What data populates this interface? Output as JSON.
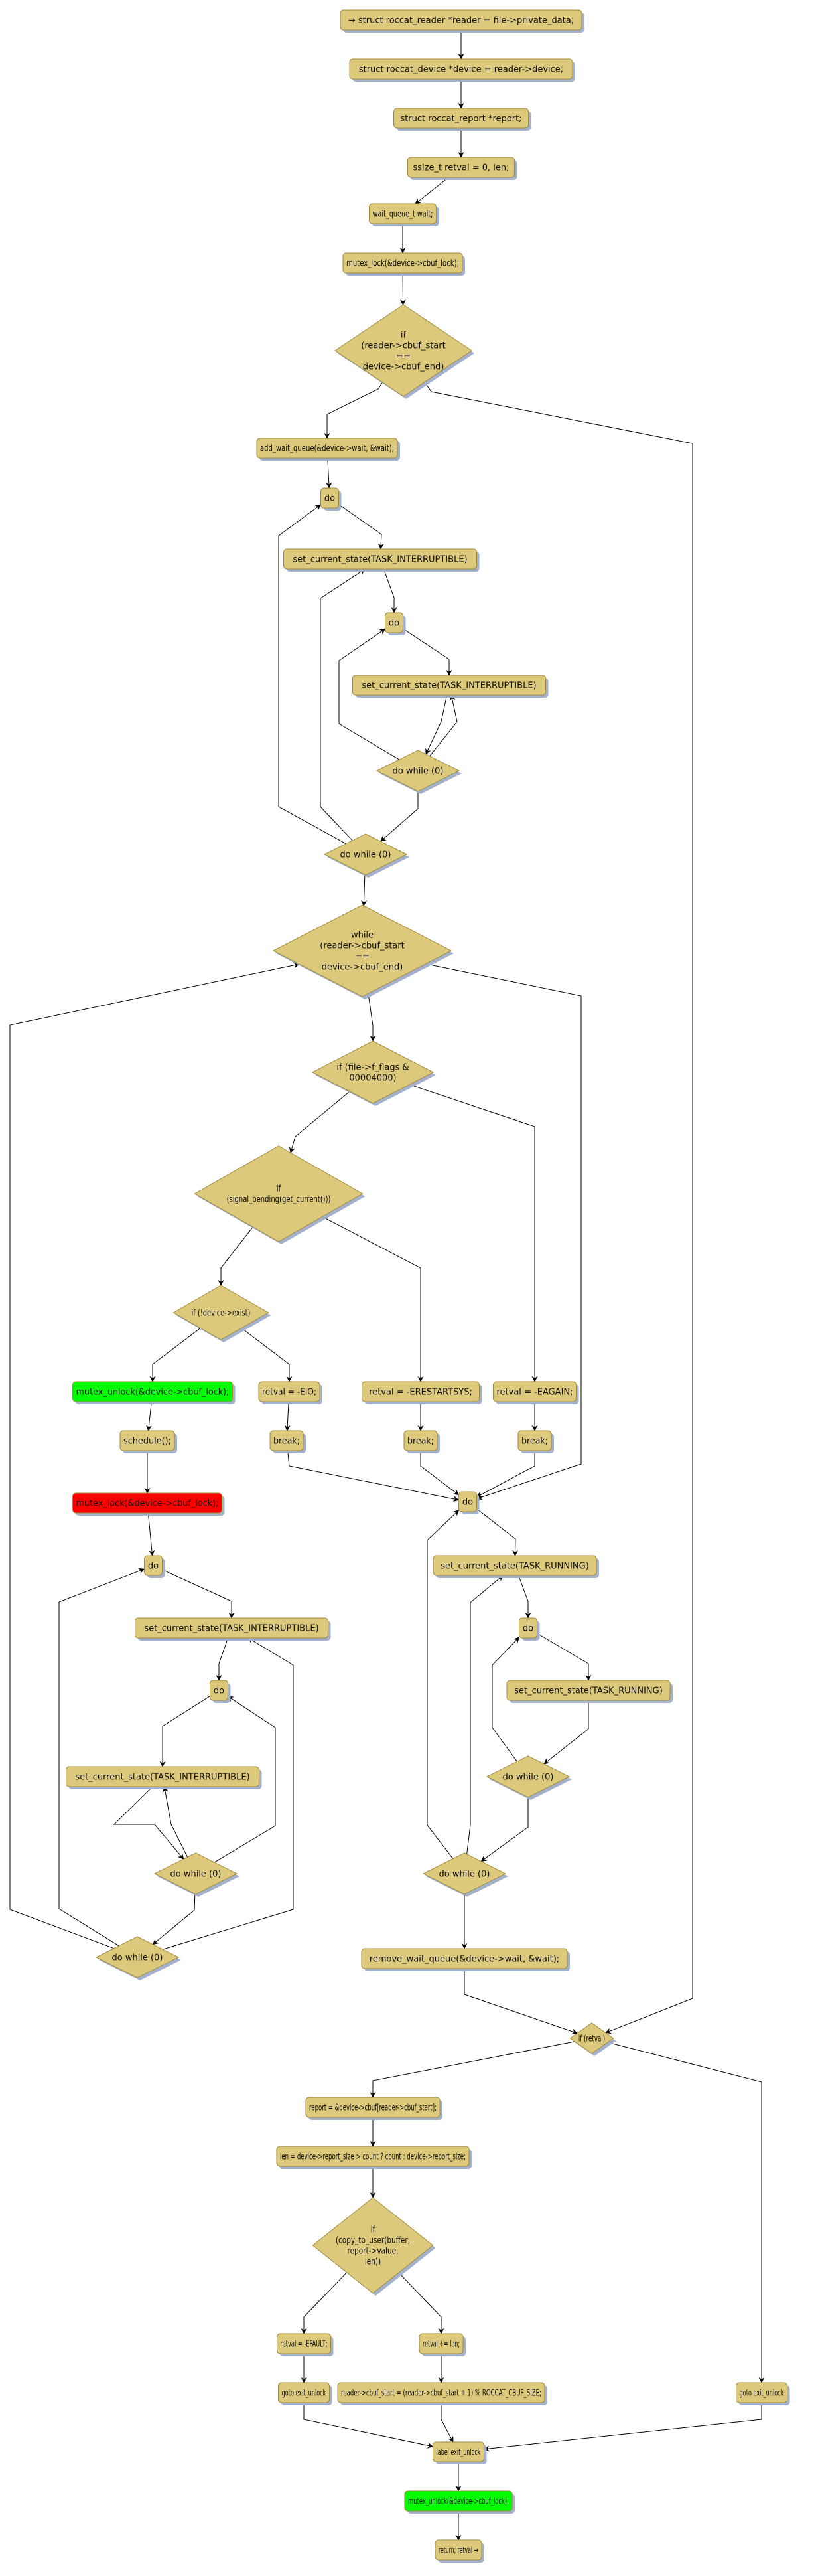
{
  "title": "roccat_read control flow",
  "colors": {
    "node_fill": "#DCC97C",
    "node_stroke": "#A08A3C",
    "shadow": "#A3B1CC",
    "unlock_fill": "#00FF00",
    "lock_fill": "#FF0000",
    "edge": "#000000"
  },
  "nodes": [
    {
      "id": "n_reader",
      "kind": "box",
      "text": "→ struct roccat_reader *reader = file->private_data;"
    },
    {
      "id": "n_device",
      "kind": "box",
      "text": "struct roccat_device *device = reader->device;"
    },
    {
      "id": "n_report",
      "kind": "box",
      "text": "struct roccat_report *report;"
    },
    {
      "id": "n_retval",
      "kind": "box",
      "text": "ssize_t retval = 0, len;"
    },
    {
      "id": "n_wait",
      "kind": "box",
      "text": "wait_queue_t wait;"
    },
    {
      "id": "n_lock1",
      "kind": "box",
      "text": "mutex_lock(&device->cbuf_lock);"
    },
    {
      "id": "d_if_empty",
      "kind": "diamond",
      "text": "if\n(reader->cbuf_start\n==\ndevice->cbuf_end)"
    },
    {
      "id": "n_addwq",
      "kind": "box",
      "text": "add_wait_queue(&device->wait, &wait);"
    },
    {
      "id": "n_do1",
      "kind": "box",
      "text": "do"
    },
    {
      "id": "n_scs1",
      "kind": "box",
      "text": "set_current_state(TASK_INTERRUPTIBLE)"
    },
    {
      "id": "n_do2",
      "kind": "box",
      "text": "do"
    },
    {
      "id": "n_scs2",
      "kind": "box",
      "text": "set_current_state(TASK_INTERRUPTIBLE)"
    },
    {
      "id": "d_dw1",
      "kind": "diamond",
      "text": "do while (0)"
    },
    {
      "id": "d_dw2",
      "kind": "diamond",
      "text": "do while (0)"
    },
    {
      "id": "d_while",
      "kind": "diamond",
      "text": "while\n(reader->cbuf_start\n==\ndevice->cbuf_end)"
    },
    {
      "id": "d_nonblock",
      "kind": "diamond",
      "text": "if (file->f_flags &\n00004000)"
    },
    {
      "id": "d_signal",
      "kind": "diamond",
      "text": "if\n(signal_pending(get_current()))"
    },
    {
      "id": "d_exist",
      "kind": "diamond",
      "text": "if (!device->exist)"
    },
    {
      "id": "n_unlock1",
      "kind": "box",
      "style": "unlock",
      "text": "mutex_unlock(&device->cbuf_lock);"
    },
    {
      "id": "n_eio",
      "kind": "box",
      "text": "retval = -EIO;"
    },
    {
      "id": "n_erestart",
      "kind": "box",
      "text": "retval = -ERESTARTSYS;"
    },
    {
      "id": "n_eagain",
      "kind": "box",
      "text": "retval = -EAGAIN;"
    },
    {
      "id": "n_schedule",
      "kind": "box",
      "text": "schedule();"
    },
    {
      "id": "n_break1",
      "kind": "box",
      "text": "break;"
    },
    {
      "id": "n_break2",
      "kind": "box",
      "text": "break;"
    },
    {
      "id": "n_break3",
      "kind": "box",
      "text": "break;"
    },
    {
      "id": "n_lock2",
      "kind": "box",
      "style": "lock",
      "text": "mutex_lock(&device->cbuf_lock);"
    },
    {
      "id": "n_do3",
      "kind": "box",
      "text": "do"
    },
    {
      "id": "n_scs3",
      "kind": "box",
      "text": "set_current_state(TASK_INTERRUPTIBLE)"
    },
    {
      "id": "n_do4",
      "kind": "box",
      "text": "do"
    },
    {
      "id": "n_scs4",
      "kind": "box",
      "text": "set_current_state(TASK_INTERRUPTIBLE)"
    },
    {
      "id": "d_dw3",
      "kind": "diamond",
      "text": "do while (0)"
    },
    {
      "id": "d_dw4",
      "kind": "diamond",
      "text": "do while (0)"
    },
    {
      "id": "n_do5",
      "kind": "box",
      "text": "do"
    },
    {
      "id": "n_run1",
      "kind": "box",
      "text": "set_current_state(TASK_RUNNING)"
    },
    {
      "id": "n_do6",
      "kind": "box",
      "text": "do"
    },
    {
      "id": "n_run2",
      "kind": "box",
      "text": "set_current_state(TASK_RUNNING)"
    },
    {
      "id": "d_dw5",
      "kind": "diamond",
      "text": "do while (0)"
    },
    {
      "id": "d_dw6",
      "kind": "diamond",
      "text": "do while (0)"
    },
    {
      "id": "n_rmwq",
      "kind": "box",
      "text": "remove_wait_queue(&device->wait, &wait);"
    },
    {
      "id": "d_ifretval",
      "kind": "diamond",
      "text": "if (retval)"
    },
    {
      "id": "n_reportassign",
      "kind": "box",
      "text": "report = &device->cbuf[reader->cbuf_start];"
    },
    {
      "id": "n_len",
      "kind": "box",
      "text": "len = device->report_size > count ? count : device->report_size;"
    },
    {
      "id": "d_copy",
      "kind": "diamond",
      "text": "if\n(copy_to_user(buffer,\nreport->value,\nlen))"
    },
    {
      "id": "n_efault",
      "kind": "box",
      "text": "retval = -EFAULT;"
    },
    {
      "id": "n_retlen",
      "kind": "box",
      "text": "retval += len;"
    },
    {
      "id": "n_goto1",
      "kind": "box",
      "text": "goto exit_unlock"
    },
    {
      "id": "n_cbufadv",
      "kind": "box",
      "text": "reader->cbuf_start = (reader->cbuf_start + 1) % ROCCAT_CBUF_SIZE;"
    },
    {
      "id": "n_goto2",
      "kind": "box",
      "text": "goto exit_unlock"
    },
    {
      "id": "n_label",
      "kind": "box",
      "text": "label exit_unlock"
    },
    {
      "id": "n_unlock2",
      "kind": "box",
      "style": "unlock",
      "text": "mutex_unlock(&device->cbuf_lock);"
    },
    {
      "id": "n_return",
      "kind": "box",
      "text": "return; retval →"
    }
  ],
  "edges": [
    [
      "n_reader",
      "n_device"
    ],
    [
      "n_device",
      "n_report"
    ],
    [
      "n_report",
      "n_retval"
    ],
    [
      "n_retval",
      "n_wait"
    ],
    [
      "n_wait",
      "n_lock1"
    ],
    [
      "n_lock1",
      "d_if_empty"
    ],
    [
      "d_if_empty",
      "n_addwq"
    ],
    [
      "d_if_empty",
      "d_ifretval"
    ],
    [
      "n_addwq",
      "n_do1"
    ],
    [
      "n_do1",
      "n_scs1"
    ],
    [
      "n_scs1",
      "n_do2"
    ],
    [
      "n_do2",
      "n_scs2"
    ],
    [
      "n_scs2",
      "d_dw1"
    ],
    [
      "d_dw1",
      "n_do2"
    ],
    [
      "d_dw1",
      "n_scs2"
    ],
    [
      "d_dw1",
      "d_dw2"
    ],
    [
      "d_dw2",
      "n_do1"
    ],
    [
      "d_dw2",
      "n_scs1"
    ],
    [
      "d_dw2",
      "d_while"
    ],
    [
      "d_while",
      "d_nonblock"
    ],
    [
      "d_while",
      "n_do5"
    ],
    [
      "d_nonblock",
      "d_signal"
    ],
    [
      "d_nonblock",
      "n_eagain"
    ],
    [
      "d_signal",
      "d_exist"
    ],
    [
      "d_signal",
      "n_erestart"
    ],
    [
      "d_exist",
      "n_unlock1"
    ],
    [
      "d_exist",
      "n_eio"
    ],
    [
      "n_unlock1",
      "n_schedule"
    ],
    [
      "n_schedule",
      "n_lock2"
    ],
    [
      "n_eio",
      "n_break1"
    ],
    [
      "n_erestart",
      "n_break2"
    ],
    [
      "n_eagain",
      "n_break3"
    ],
    [
      "n_break1",
      "n_do5"
    ],
    [
      "n_break2",
      "n_do5"
    ],
    [
      "n_break3",
      "n_do5"
    ],
    [
      "n_lock2",
      "n_do3"
    ],
    [
      "n_do3",
      "n_scs3"
    ],
    [
      "n_scs3",
      "n_do4"
    ],
    [
      "n_do4",
      "n_scs4"
    ],
    [
      "n_scs4",
      "d_dw3"
    ],
    [
      "d_dw3",
      "n_do4"
    ],
    [
      "d_dw3",
      "n_scs4"
    ],
    [
      "d_dw3",
      "d_dw4"
    ],
    [
      "d_dw4",
      "n_do3"
    ],
    [
      "d_dw4",
      "n_scs3"
    ],
    [
      "d_dw4",
      "d_while"
    ],
    [
      "n_do5",
      "n_run1"
    ],
    [
      "n_run1",
      "n_do6"
    ],
    [
      "n_do6",
      "n_run2"
    ],
    [
      "n_run2",
      "d_dw5"
    ],
    [
      "d_dw5",
      "n_do6"
    ],
    [
      "d_dw5",
      "d_dw6"
    ],
    [
      "d_dw6",
      "n_do5"
    ],
    [
      "d_dw6",
      "n_run1"
    ],
    [
      "d_dw6",
      "n_rmwq"
    ],
    [
      "n_rmwq",
      "d_ifretval"
    ],
    [
      "d_ifretval",
      "n_reportassign"
    ],
    [
      "d_ifretval",
      "n_goto2"
    ],
    [
      "n_reportassign",
      "n_len"
    ],
    [
      "n_len",
      "d_copy"
    ],
    [
      "d_copy",
      "n_efault"
    ],
    [
      "d_copy",
      "n_retlen"
    ],
    [
      "n_efault",
      "n_goto1"
    ],
    [
      "n_retlen",
      "n_cbufadv"
    ],
    [
      "n_goto1",
      "n_label"
    ],
    [
      "n_cbufadv",
      "n_label"
    ],
    [
      "n_goto2",
      "n_label"
    ],
    [
      "n_label",
      "n_unlock2"
    ],
    [
      "n_unlock2",
      "n_return"
    ]
  ]
}
